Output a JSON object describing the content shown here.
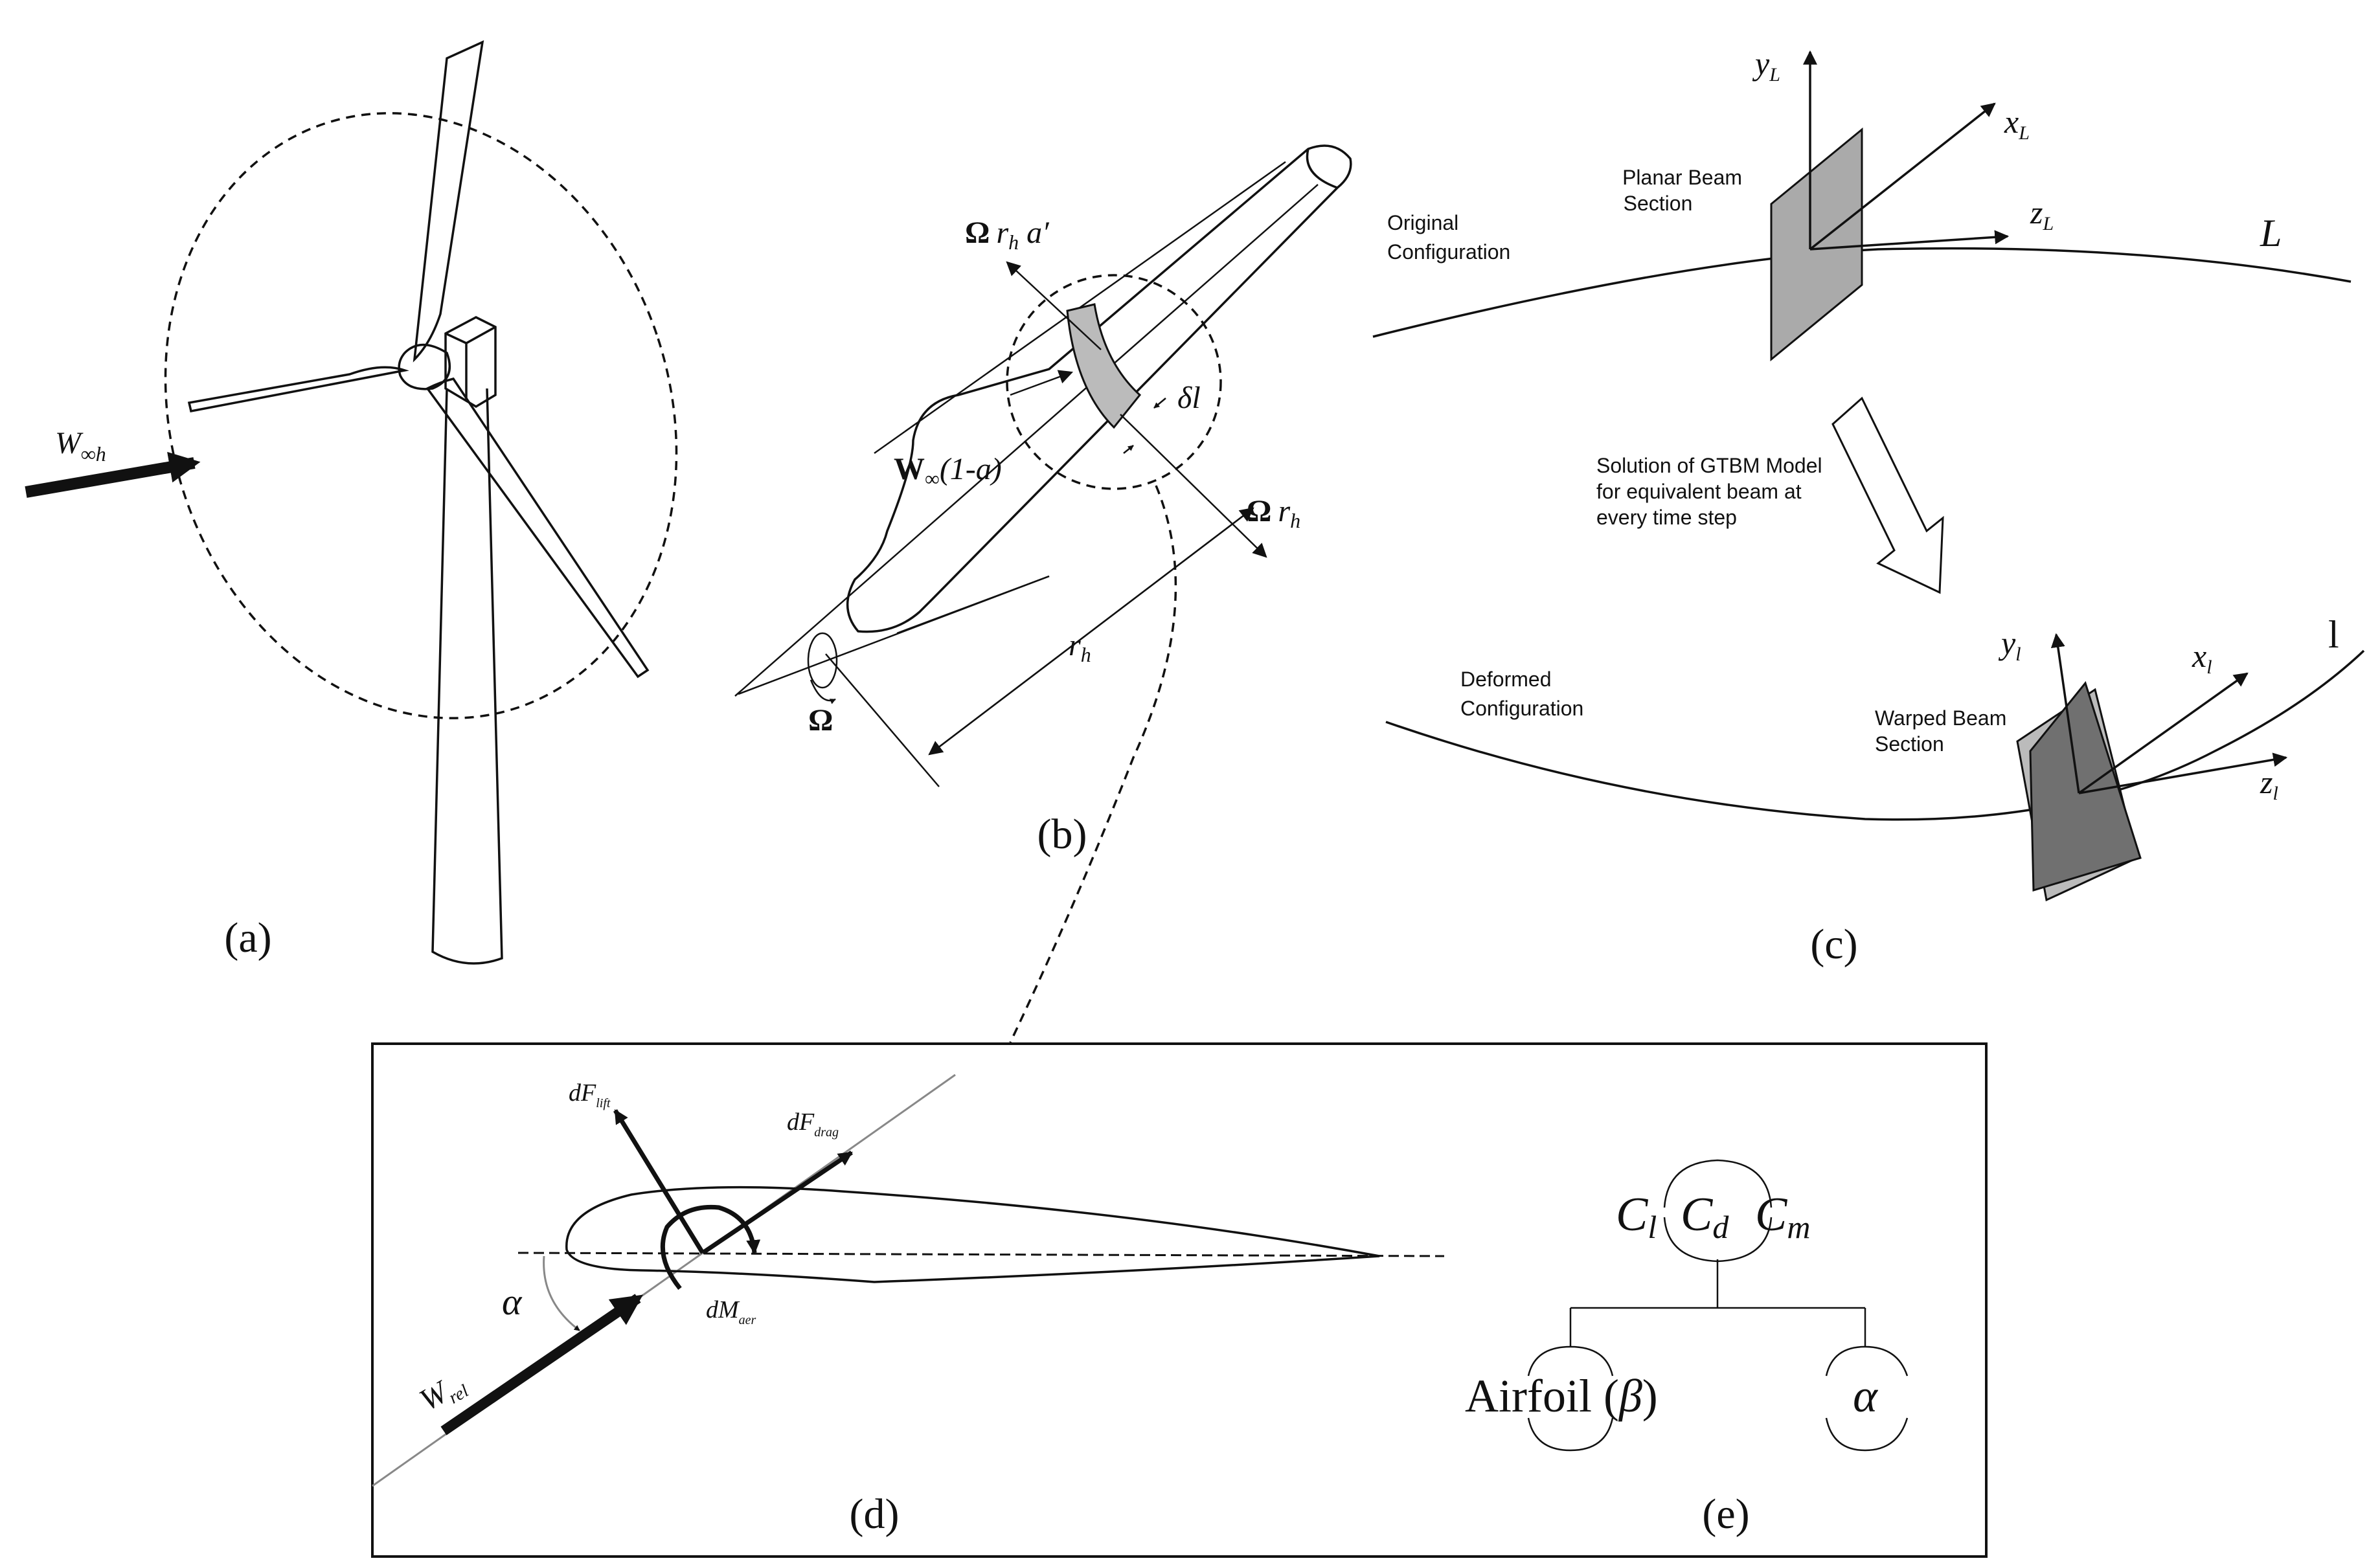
{
  "panels": {
    "a": {
      "label": "(a)",
      "wind_symbol": "W",
      "wind_subscript": "∞h"
    },
    "b": {
      "label": "(b)",
      "omega_rh_a_prime": {
        "omega": "Ω",
        "r": "r",
        "r_sub": "h",
        "tail": " a′"
      },
      "delta_l": "δl",
      "w_inf_1_minus_a": {
        "w": "W",
        "w_sub": "∞",
        "tail": "(1-a)"
      },
      "omega_rh": {
        "omega": "Ω",
        "r": "r",
        "r_sub": "h"
      },
      "r_h": {
        "r": "r",
        "r_sub": "h"
      },
      "omega": "Ω"
    },
    "c": {
      "label": "(c)",
      "axis_yL": {
        "base": "y",
        "sub": "L"
      },
      "axis_xL": {
        "base": "x",
        "sub": "L"
      },
      "axis_zL": {
        "base": "z",
        "sub": "L"
      },
      "curve_L": "L",
      "planar_section_line1": "Planar Beam",
      "planar_section_line2": "Section",
      "original_line1": "Original",
      "original_line2": "Configuration",
      "solution_line1": "Solution of GTBM Model",
      "solution_line2": "for equivalent beam at",
      "solution_line3": "every time step",
      "deformed_line1": "Deformed",
      "deformed_line2": "Configuration",
      "warped_section_line1": "Warped Beam",
      "warped_section_line2": "Section",
      "axis_yl": {
        "base": "y",
        "sub": "l"
      },
      "axis_xl": {
        "base": "x",
        "sub": "l"
      },
      "axis_zl": {
        "base": "z",
        "sub": "l"
      },
      "curve_l": "l"
    },
    "d": {
      "label": "(d)",
      "dF_lift": {
        "base": "dF",
        "sub": "lift"
      },
      "dF_drag": {
        "base": "dF",
        "sub": "drag"
      },
      "dM_aer": {
        "base": "dM",
        "sub": "aer"
      },
      "alpha": "α",
      "W_rel": {
        "base": "W",
        "sub": "rel"
      }
    },
    "e": {
      "label": "(e)",
      "Cl": {
        "base": "C",
        "sub": "l"
      },
      "Cd": {
        "base": "C",
        "sub": "d"
      },
      "Cm": {
        "base": "C",
        "sub": "m"
      },
      "airfoil": "Airfoil (",
      "beta": "β",
      "close_paren": ")",
      "alpha": "α"
    }
  }
}
